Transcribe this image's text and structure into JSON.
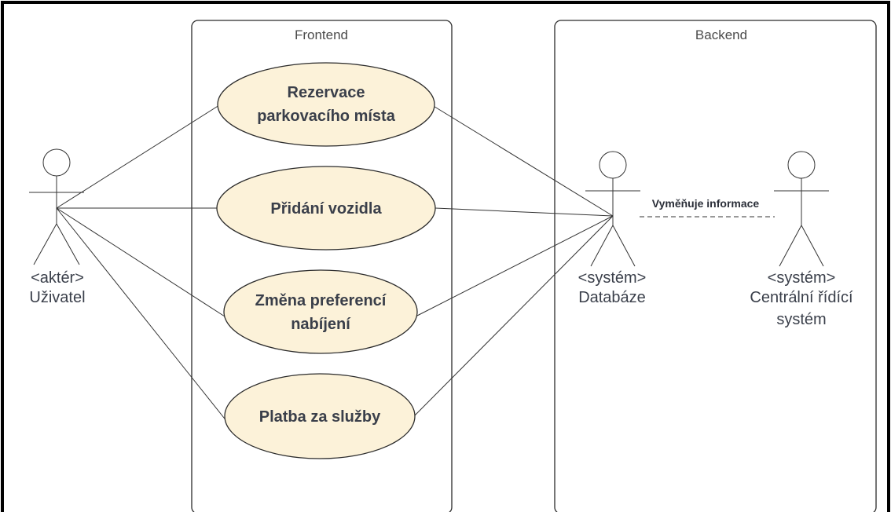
{
  "colors": {
    "frame": "#000000",
    "boundary": "#2b2b2b",
    "usecase_fill": "#fcf2d9",
    "usecase_stroke": "#2b2b2b",
    "line": "#333333",
    "text": "#3a3f4a"
  },
  "systems": [
    {
      "title": "Frontend"
    },
    {
      "title": "Backend"
    }
  ],
  "use_cases": [
    {
      "lines": [
        "Rezervace",
        "parkovacího místa"
      ]
    },
    {
      "lines": [
        "Přidání vozidla"
      ]
    },
    {
      "lines": [
        "Změna preferencí",
        "nabíjení"
      ]
    },
    {
      "lines": [
        "Platba za služby"
      ]
    }
  ],
  "actors": [
    {
      "lines": [
        "<aktér>",
        "Uživatel"
      ]
    },
    {
      "lines": [
        "<systém>",
        "Databáze"
      ]
    },
    {
      "lines": [
        "<systém>",
        "Centrální řídící",
        "systém"
      ]
    }
  ],
  "association": {
    "label": "Vyměňuje informace",
    "style": "dashed"
  }
}
